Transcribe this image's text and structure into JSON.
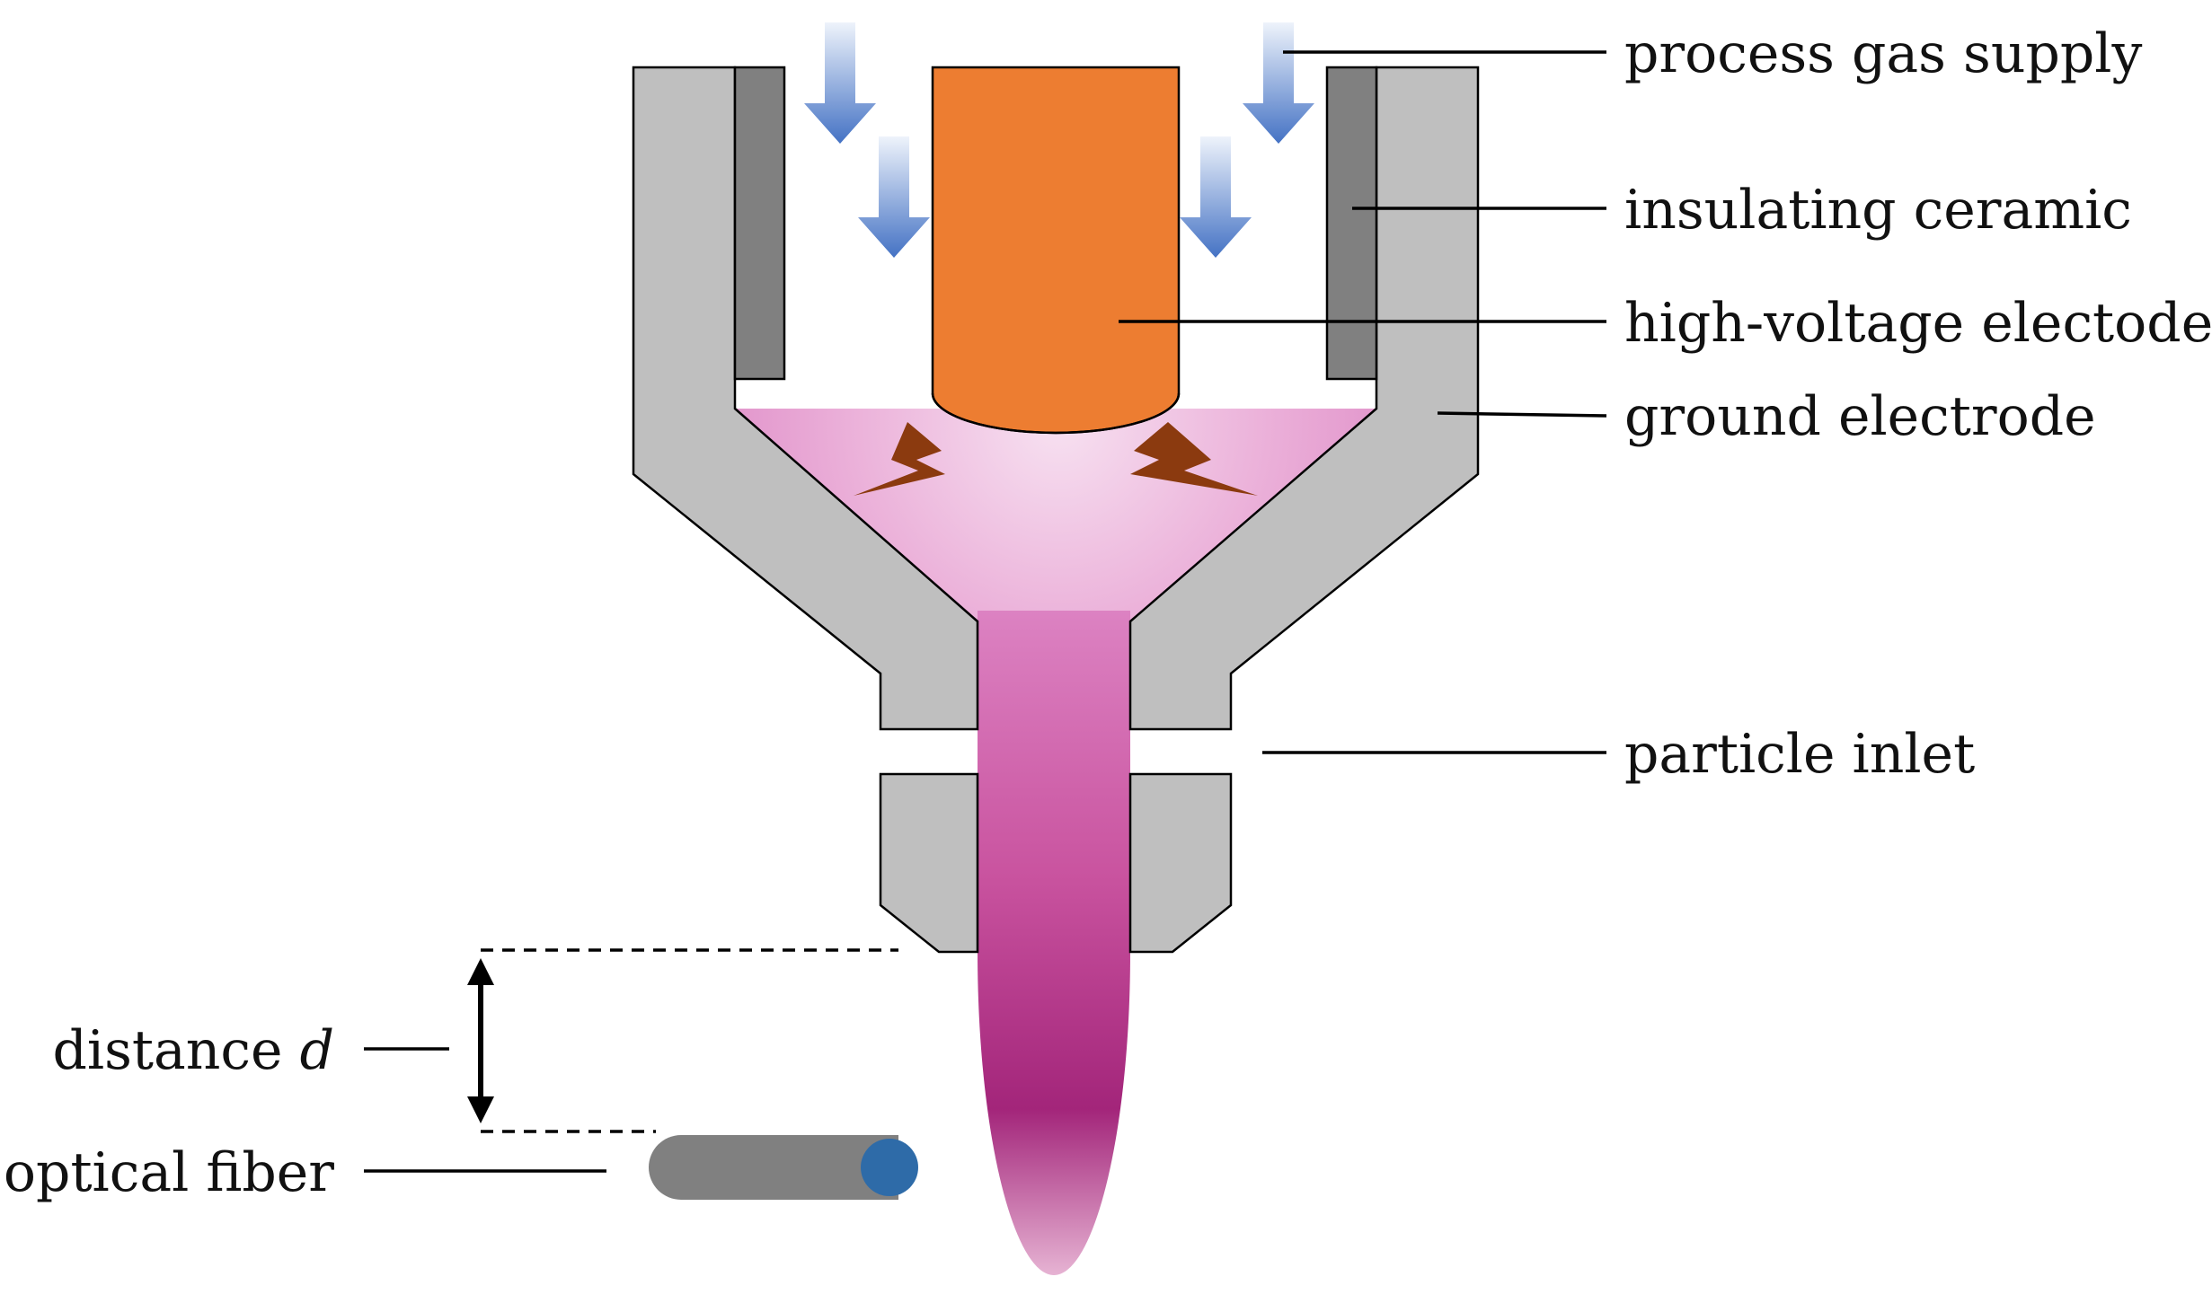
{
  "labels": {
    "process_gas_supply": "process gas supply",
    "insulating_ceramic": "insulating ceramic",
    "high_voltage_electrode": "high-voltage electode",
    "ground_electrode": "ground electrode",
    "particle_inlet": "particle inlet",
    "distance_prefix": "distance",
    "distance_symbol": "d",
    "optical_fiber": "optical fiber"
  },
  "colors": {
    "ground_electrode": "#bfbfbf",
    "insulating_ceramic": "#808080",
    "high_voltage_electrode": "#ed7d31",
    "gas_arrow_top": "#dce6f5",
    "gas_arrow_bottom": "#4472c4",
    "spark": "#8b3a0f",
    "plasma_light": "#f2d3ea",
    "plasma_mid": "#d878bd",
    "plasma_dark": "#a3257a",
    "optical_fiber": "#808080",
    "fiber_core": "#2e6ba8"
  }
}
